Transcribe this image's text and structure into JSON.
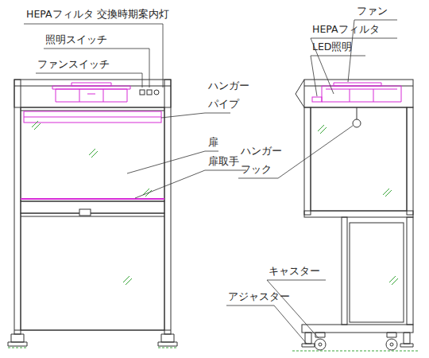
{
  "diagram": {
    "labels": [
      "HEPAフィルタ 交換時期案内灯",
      "照明スイッチ",
      "ファンスイッチ",
      "ハンガー パイプ",
      "扉",
      "扉取手",
      "ファン",
      "HEPAフィルタ",
      "LED照明",
      "ハンガー フック",
      "キャスター",
      "アジャスター"
    ]
  }
}
